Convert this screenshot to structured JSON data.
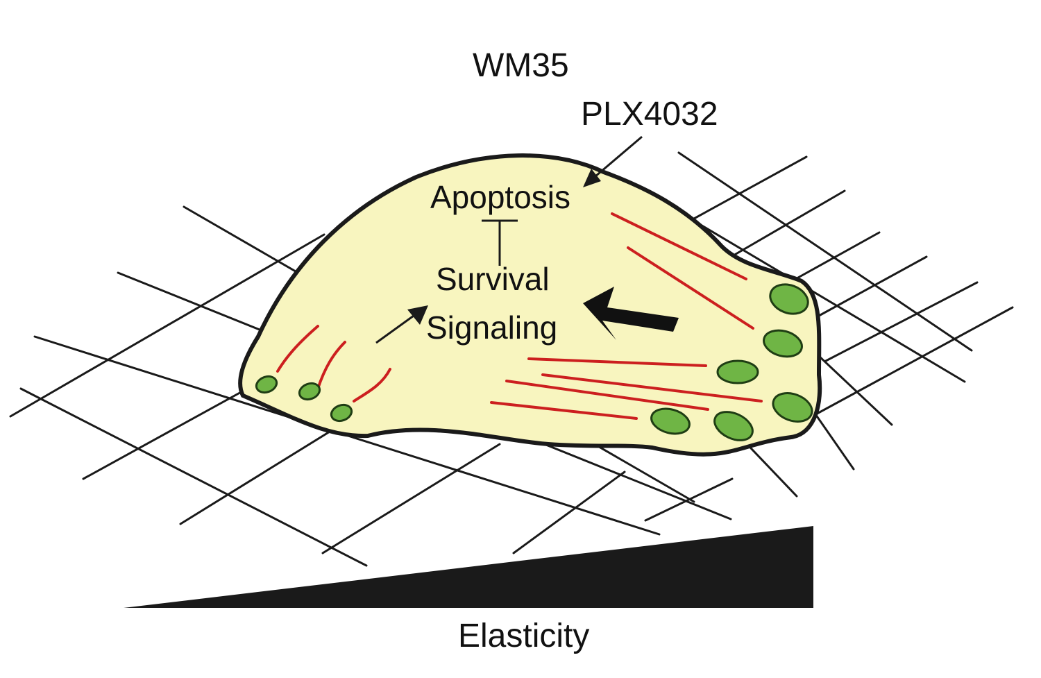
{
  "labels": {
    "cell_line": "WM35",
    "drug": "PLX4032",
    "apoptosis": "Apoptosis",
    "survival": "Survival",
    "signaling": "Signaling",
    "elasticity": "Elasticity"
  },
  "colors": {
    "cell_fill": "#f8f5bf",
    "outline": "#1a1a1a",
    "stress_fiber": "#cc1f1f",
    "focal_adhesion": "#6fb545",
    "focal_adhesion_outline": "#1f3d14",
    "wedge": "#1a1a1a"
  }
}
